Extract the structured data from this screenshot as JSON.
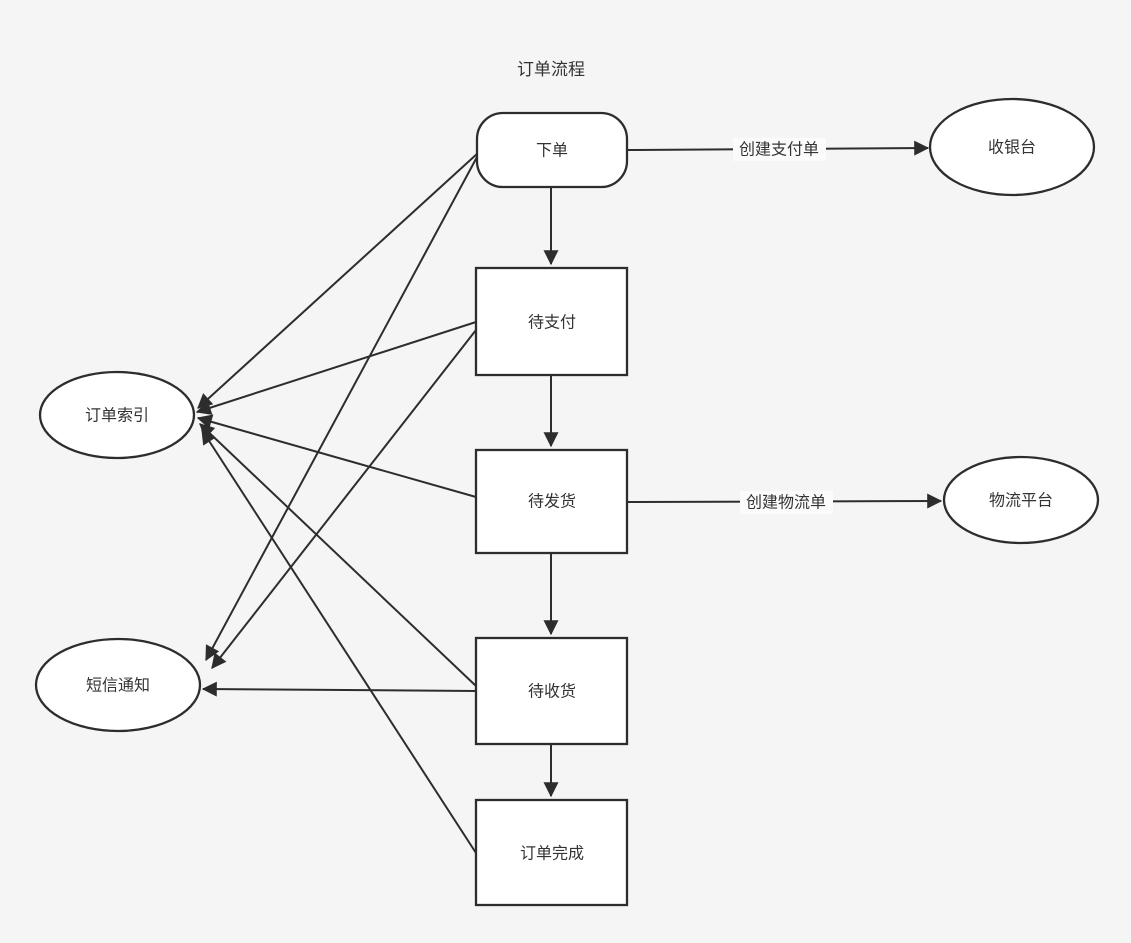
{
  "diagram": {
    "title": "订单流程",
    "type": "flowchart",
    "colors": {
      "background": "#f5f5f6",
      "node_fill": "#ffffff",
      "stroke": "#2d2d2d",
      "text": "#333333"
    },
    "nodes": [
      {
        "id": "place-order",
        "label": "下单",
        "shape": "rounded-rect"
      },
      {
        "id": "pending-payment",
        "label": "待支付",
        "shape": "rect"
      },
      {
        "id": "pending-shipment",
        "label": "待发货",
        "shape": "rect"
      },
      {
        "id": "pending-receipt",
        "label": "待收货",
        "shape": "rect"
      },
      {
        "id": "order-complete",
        "label": "订单完成",
        "shape": "rect"
      },
      {
        "id": "cashier",
        "label": "收银台",
        "shape": "ellipse"
      },
      {
        "id": "logistics-platform",
        "label": "物流平台",
        "shape": "ellipse"
      },
      {
        "id": "order-index",
        "label": "订单索引",
        "shape": "ellipse"
      },
      {
        "id": "sms-notification",
        "label": "短信通知",
        "shape": "ellipse"
      }
    ],
    "edges": [
      {
        "from": "place-order",
        "to": "cashier",
        "label": "创建支付单"
      },
      {
        "from": "place-order",
        "to": "pending-payment",
        "label": ""
      },
      {
        "from": "pending-payment",
        "to": "pending-shipment",
        "label": ""
      },
      {
        "from": "pending-shipment",
        "to": "pending-receipt",
        "label": ""
      },
      {
        "from": "pending-receipt",
        "to": "order-complete",
        "label": ""
      },
      {
        "from": "pending-shipment",
        "to": "logistics-platform",
        "label": "创建物流单"
      },
      {
        "from": "place-order",
        "to": "order-index",
        "label": ""
      },
      {
        "from": "pending-payment",
        "to": "order-index",
        "label": ""
      },
      {
        "from": "pending-shipment",
        "to": "order-index",
        "label": ""
      },
      {
        "from": "pending-receipt",
        "to": "order-index",
        "label": ""
      },
      {
        "from": "order-complete",
        "to": "order-index",
        "label": ""
      },
      {
        "from": "place-order",
        "to": "sms-notification",
        "label": ""
      },
      {
        "from": "pending-payment",
        "to": "sms-notification",
        "label": ""
      },
      {
        "from": "pending-receipt",
        "to": "sms-notification",
        "label": ""
      }
    ]
  }
}
